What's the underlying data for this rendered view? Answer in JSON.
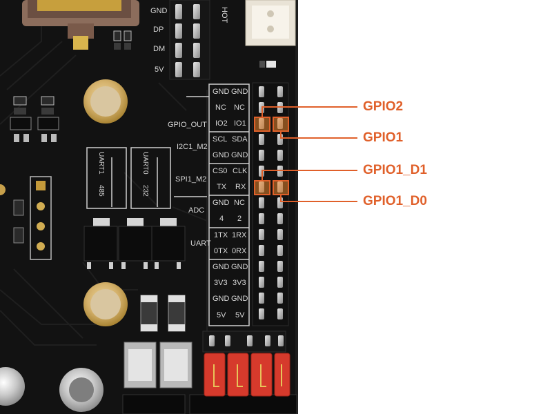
{
  "top_labels": {
    "usb_pins": [
      "GND",
      "DP",
      "DM",
      "5V"
    ],
    "hot": "HOT"
  },
  "header_rows": [
    {
      "left": "GND",
      "right": "GND"
    },
    {
      "left": "NC",
      "right": "NC"
    },
    {
      "left": "IO2",
      "right": "IO1"
    },
    {
      "left": "SCL",
      "right": "SDA"
    },
    {
      "left": "GND",
      "right": "GND"
    },
    {
      "left": "CS0",
      "right": "CLK"
    },
    {
      "left": "TX",
      "right": "RX"
    },
    {
      "left": "GND",
      "right": "NC"
    },
    {
      "left": "4",
      "right": "2"
    },
    {
      "left": "1TX",
      "right": "1RX"
    },
    {
      "left": "0TX",
      "right": "0RX"
    },
    {
      "left": "GND",
      "right": "GND"
    },
    {
      "left": "3V3",
      "right": "3V3"
    },
    {
      "left": "GND",
      "right": "GND"
    },
    {
      "left": "5V",
      "right": "5V"
    }
  ],
  "group_labels": {
    "gpio_out": "GPIO_OUT",
    "i2c": "I2C1_M2",
    "spi": "SPI1_M2",
    "adc": "ADC",
    "uart": "UART"
  },
  "uart_boxes": {
    "uart1": "UART1",
    "uart1_sub": "485",
    "uart0": "UART0",
    "uart0_sub": "232"
  },
  "callouts": {
    "gpio2": "GPIO2",
    "gpio1": "GPIO1",
    "gpio1_d1": "GPIO1_D1",
    "gpio1_d0": "GPIO1_D0"
  },
  "colors": {
    "board": "#121212",
    "silkscreen": "#d8d8d8",
    "callout": "#e0602a",
    "gold": "#c9a24a",
    "jumper_red": "#d63a2c"
  }
}
